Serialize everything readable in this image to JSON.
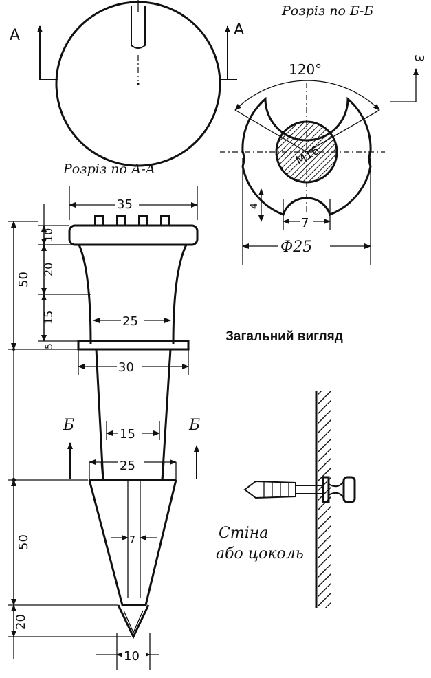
{
  "labels": {
    "section_bb_title": "Розріз по Б-Б",
    "section_aa_title": "Розріз по А-А",
    "general_view": "Загальний вигляд",
    "wall_line1": "Стіна",
    "wall_line2": "або цоколь",
    "mark_a_left": "А",
    "mark_a_right": "А",
    "mark_b_left": "Б",
    "mark_b_right": "Б",
    "mark_3": "3"
  },
  "dimensions": {
    "top_width": "35",
    "neck_width": "25",
    "flange_width": "30",
    "body_width_15": "15",
    "body_width_25": "25",
    "tip_slot": "7",
    "tip_width": "10",
    "height_upper": "50",
    "height_lower": "50",
    "height_20": "20",
    "seg_10": "10",
    "seg_20": "20",
    "seg_15": "15",
    "seg_5": "5",
    "angle": "120°",
    "slot_7": "7",
    "diameter": "Ф25",
    "thread": "M16",
    "small_4": "4"
  }
}
